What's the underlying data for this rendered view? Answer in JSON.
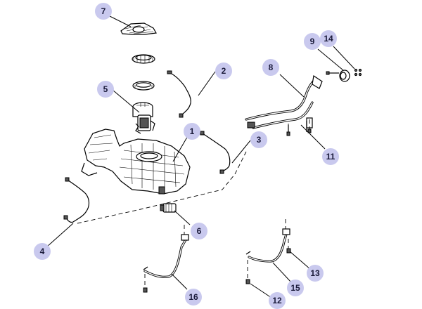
{
  "callouts": {
    "c1": "1",
    "c2": "2",
    "c3": "3",
    "c4": "4",
    "c5": "5",
    "c6": "6",
    "c7": "7",
    "c8": "8",
    "c9": "9",
    "c11": "11",
    "c12": "12",
    "c13": "13",
    "c14": "14",
    "c15": "15",
    "c16": "16"
  },
  "colors": {
    "callout_fill": "#c9c9ee",
    "line": "#000000",
    "background": "#ffffff"
  }
}
